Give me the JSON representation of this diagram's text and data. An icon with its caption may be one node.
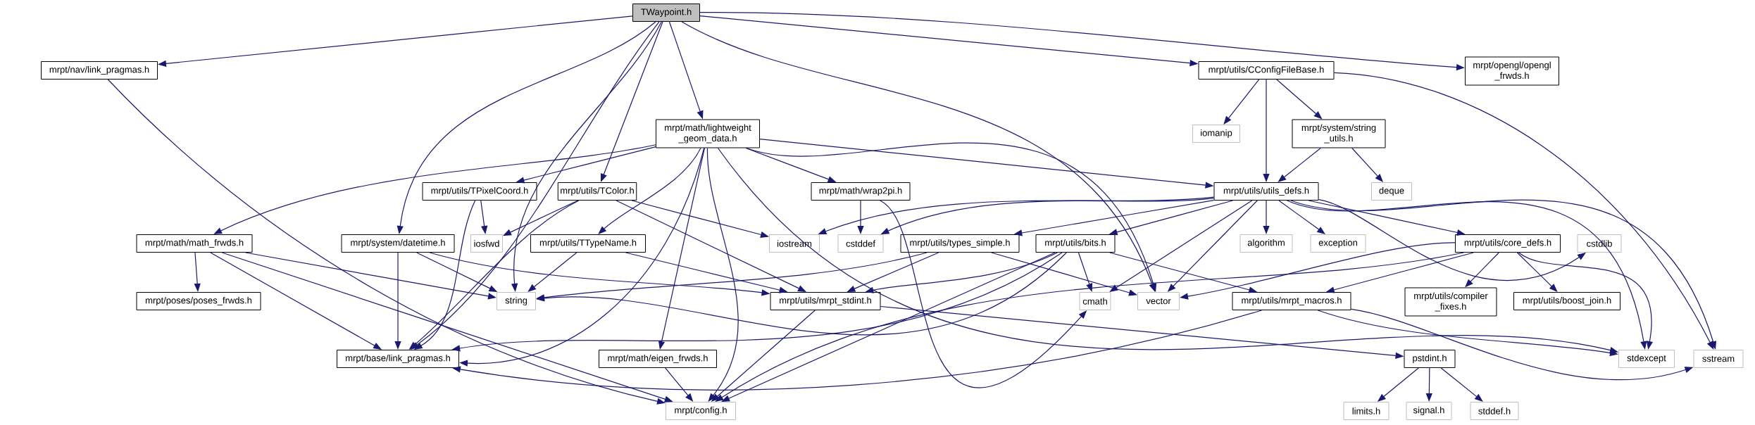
{
  "diagram": {
    "nodes": [
      {
        "text": [
          "TWaypoint.h"
        ]
      },
      {
        "text": [
          "mrpt/nav/link_pragmas.h"
        ]
      },
      {
        "text": [
          "mrpt/math/lightweight _geom_data.h"
        ]
      },
      {
        "text": [
          "mrpt/utils/CConfigFileBase.h"
        ]
      },
      {
        "text": [
          "mrpt/opengl/opengl _frwds.h"
        ]
      },
      {
        "text": [
          "iomanip"
        ]
      },
      {
        "text": [
          "mrpt/system/string _utils.h"
        ]
      },
      {
        "text": [
          "mrpt/utils/utils_defs.h"
        ]
      },
      {
        "text": [
          "deque"
        ]
      },
      {
        "text": [
          "mrpt/utils/TPixelCoord.h"
        ]
      },
      {
        "text": [
          "mrpt/utils/TColor.h"
        ]
      },
      {
        "text": [
          "mrpt/math/wrap2pi.h"
        ]
      },
      {
        "text": [
          "mrpt/math/math_frwds.h"
        ]
      },
      {
        "text": [
          "mrpt/system/datetime.h"
        ]
      },
      {
        "text": [
          "iosfwd"
        ]
      },
      {
        "text": [
          "mrpt/utils/TTypeName.h"
        ]
      },
      {
        "text": [
          "iostream"
        ]
      },
      {
        "text": [
          "cstddef"
        ]
      },
      {
        "text": [
          "mrpt/utils/types_simple.h"
        ]
      },
      {
        "text": [
          "mrpt/utils/bits.h"
        ]
      },
      {
        "text": [
          "algorithm"
        ]
      },
      {
        "text": [
          "exception"
        ]
      },
      {
        "text": [
          "mrpt/utils/core_defs.h"
        ]
      },
      {
        "text": [
          "cstdlib"
        ]
      },
      {
        "text": [
          "mrpt/poses/poses_frwds.h"
        ]
      },
      {
        "text": [
          "string"
        ]
      },
      {
        "text": [
          "mrpt/utils/mrpt_stdint.h"
        ]
      },
      {
        "text": [
          "cmath"
        ]
      },
      {
        "text": [
          "vector"
        ]
      },
      {
        "text": [
          "mrpt/utils/mrpt_macros.h"
        ]
      },
      {
        "text": [
          "mrpt/utils/compiler _fixes.h"
        ]
      },
      {
        "text": [
          "mrpt/utils/boost_join.h"
        ]
      },
      {
        "text": [
          "mrpt/base/link_pragmas.h"
        ]
      },
      {
        "text": [
          "mrpt/math/eigen_frwds.h"
        ]
      },
      {
        "text": [
          "pstdint.h"
        ]
      },
      {
        "text": [
          "stdexcept"
        ]
      },
      {
        "text": [
          "sstream"
        ]
      },
      {
        "text": [
          "mrpt/config.h"
        ]
      },
      {
        "text": [
          "limits.h"
        ]
      },
      {
        "text": [
          "signal.h"
        ]
      },
      {
        "text": [
          "stddef.h"
        ]
      }
    ],
    "edges": [
      {
        "from": 0,
        "to": 1,
        "arrow": "to"
      },
      {
        "from": 0,
        "to": 25,
        "arrow": "to"
      },
      {
        "from": 0,
        "to": 13,
        "arrow": "to"
      },
      {
        "from": 0,
        "to": 10,
        "arrow": "to"
      },
      {
        "from": 0,
        "to": 2,
        "arrow": "to"
      },
      {
        "from": 0,
        "to": 3,
        "arrow": "to"
      },
      {
        "from": 0,
        "to": 4,
        "arrow": "to"
      },
      {
        "from": 0,
        "to": 28,
        "arrow": "to"
      },
      {
        "from": 0,
        "to": 32,
        "arrow": "to"
      },
      {
        "from": 1,
        "to": 37,
        "arrow": "to"
      },
      {
        "from": 2,
        "to": 12,
        "arrow": "to"
      },
      {
        "from": 2,
        "to": 9,
        "arrow": "to"
      },
      {
        "from": 2,
        "to": 32,
        "arrow": "to"
      },
      {
        "from": 2,
        "to": 15,
        "arrow": "to"
      },
      {
        "from": 2,
        "to": 33,
        "arrow": "to"
      },
      {
        "from": 2,
        "to": 37,
        "arrow": "to"
      },
      {
        "from": 2,
        "to": 11,
        "arrow": "to"
      },
      {
        "from": 2,
        "to": 7,
        "arrow": "to"
      },
      {
        "from": 2,
        "to": 28,
        "arrow": "to"
      },
      {
        "from": 2,
        "to": 35,
        "arrow": "to"
      },
      {
        "from": 3,
        "to": 5,
        "arrow": "to"
      },
      {
        "from": 3,
        "to": 7,
        "arrow": "to"
      },
      {
        "from": 3,
        "to": 6,
        "arrow": "to"
      },
      {
        "from": 3,
        "to": 36,
        "arrow": "to"
      },
      {
        "from": 6,
        "to": 7,
        "arrow": "to"
      },
      {
        "from": 6,
        "to": 8,
        "arrow": "to"
      },
      {
        "from": 9,
        "to": 14,
        "arrow": "to"
      },
      {
        "from": 9,
        "to": 32,
        "arrow": "to"
      },
      {
        "from": 10,
        "to": 14,
        "arrow": "to"
      },
      {
        "from": 10,
        "to": 16,
        "arrow": "to"
      },
      {
        "from": 10,
        "to": 26,
        "arrow": "to"
      },
      {
        "from": 10,
        "to": 32,
        "arrow": "to"
      },
      {
        "from": 11,
        "to": 17,
        "arrow": "to"
      },
      {
        "from": 11,
        "to": 27,
        "arrow": "to"
      },
      {
        "from": 12,
        "to": 24,
        "arrow": "to"
      },
      {
        "from": 12,
        "to": 25,
        "arrow": "to"
      },
      {
        "from": 12,
        "to": 32,
        "arrow": "to"
      },
      {
        "from": 12,
        "to": 37,
        "arrow": "to"
      },
      {
        "from": 13,
        "to": 25,
        "arrow": "to"
      },
      {
        "from": 13,
        "to": 32,
        "arrow": "to"
      },
      {
        "from": 13,
        "to": 26,
        "arrow": "to"
      },
      {
        "from": 15,
        "to": 25,
        "arrow": "to"
      },
      {
        "from": 15,
        "to": 26,
        "arrow": "to"
      },
      {
        "from": 7,
        "to": 16,
        "arrow": "to"
      },
      {
        "from": 7,
        "to": 17,
        "arrow": "to"
      },
      {
        "from": 7,
        "to": 18,
        "arrow": "to"
      },
      {
        "from": 7,
        "to": 19,
        "arrow": "to"
      },
      {
        "from": 7,
        "to": 27,
        "arrow": "to"
      },
      {
        "from": 7,
        "to": 28,
        "arrow": "to"
      },
      {
        "from": 7,
        "to": 20,
        "arrow": "to"
      },
      {
        "from": 7,
        "to": 21,
        "arrow": "to"
      },
      {
        "from": 7,
        "to": 22,
        "arrow": "to"
      },
      {
        "from": 7,
        "to": 23,
        "arrow": "to"
      },
      {
        "from": 7,
        "to": 35,
        "arrow": "to"
      },
      {
        "from": 7,
        "to": 36,
        "arrow": "to"
      },
      {
        "from": 18,
        "to": 25,
        "arrow": "to"
      },
      {
        "from": 18,
        "to": 26,
        "arrow": "to"
      },
      {
        "from": 18,
        "to": 28,
        "arrow": "to"
      },
      {
        "from": 19,
        "to": 25,
        "arrow": "to"
      },
      {
        "from": 19,
        "to": 26,
        "arrow": "to"
      },
      {
        "from": 19,
        "to": 27,
        "arrow": "to"
      },
      {
        "from": 19,
        "to": 37,
        "arrow": "to"
      },
      {
        "from": 19,
        "to": 32,
        "arrow": "to"
      },
      {
        "from": 19,
        "to": 29,
        "arrow": "to"
      },
      {
        "from": 22,
        "to": 28,
        "arrow": "to"
      },
      {
        "from": 22,
        "to": 29,
        "arrow": "to"
      },
      {
        "from": 22,
        "to": 30,
        "arrow": "to"
      },
      {
        "from": 22,
        "to": 31,
        "arrow": "to"
      },
      {
        "from": 22,
        "to": 37,
        "arrow": "to"
      },
      {
        "from": 22,
        "to": 35,
        "arrow": "to"
      },
      {
        "from": 26,
        "to": 37,
        "arrow": "to"
      },
      {
        "from": 26,
        "to": 34,
        "arrow": "to"
      },
      {
        "from": 29,
        "to": 32,
        "arrow": "to"
      },
      {
        "from": 29,
        "to": 35,
        "arrow": "to"
      },
      {
        "from": 29,
        "to": 36,
        "arrow": "to"
      },
      {
        "from": 33,
        "to": 37,
        "arrow": "to"
      },
      {
        "from": 34,
        "to": 38,
        "arrow": "to"
      },
      {
        "from": 34,
        "to": 39,
        "arrow": "to"
      },
      {
        "from": 34,
        "to": 40,
        "arrow": "to"
      }
    ]
  }
}
